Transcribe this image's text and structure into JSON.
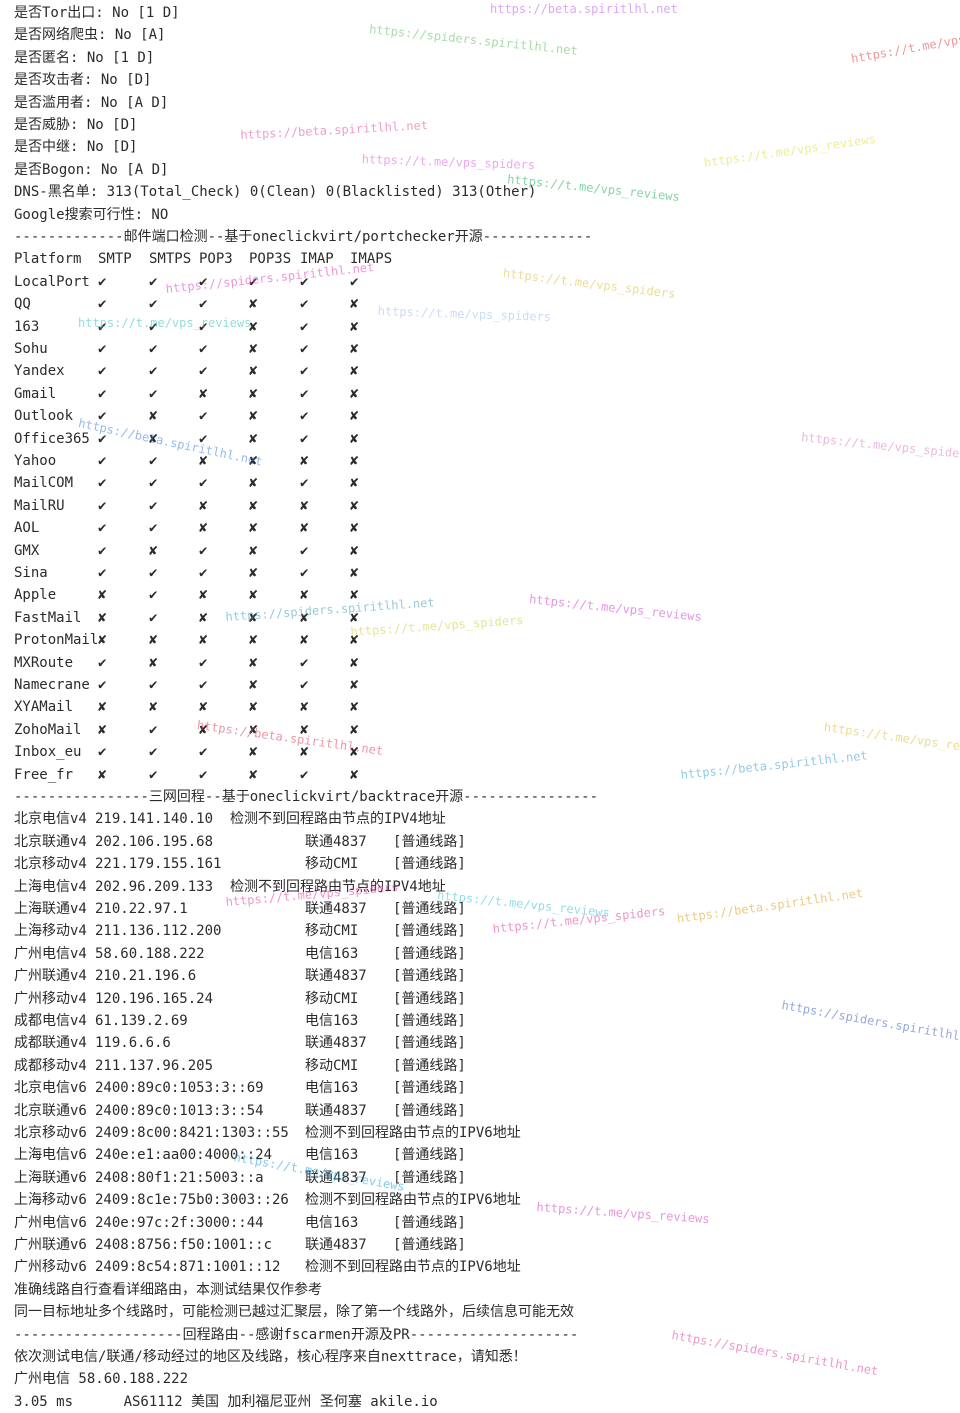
{
  "info_lines": [
    "是否Tor出口: No [1 D]",
    "是否网络爬虫: No [A]",
    "是否匿名: No [1 D]",
    "是否攻击者: No [D]",
    "是否滥用者: No [A D]",
    "是否威胁: No [D]",
    "是否中继: No [D]",
    "是否Bogon: No [A D]",
    "DNS-黑名单: 313(Total_Check) 0(Clean) 0(Blacklisted) 313(Other)",
    "Google搜索可行性: NO"
  ],
  "mail_section_title": "-------------邮件端口检测--基于oneclickvirt/portchecker开源-------------",
  "mail_table": {
    "headers": [
      "Platform",
      "SMTP",
      "SMTPS",
      "POP3",
      "POP3S",
      "IMAP",
      "IMAPS"
    ],
    "rows": [
      [
        "LocalPort",
        "✔",
        "✔",
        "✔",
        "✔",
        "✔",
        "✔"
      ],
      [
        "QQ",
        "✔",
        "✔",
        "✔",
        "✘",
        "✔",
        "✘"
      ],
      [
        "163",
        "✔",
        "✔",
        "✔",
        "✘",
        "✔",
        "✘"
      ],
      [
        "Sohu",
        "✔",
        "✔",
        "✔",
        "✘",
        "✔",
        "✘"
      ],
      [
        "Yandex",
        "✔",
        "✔",
        "✔",
        "✘",
        "✔",
        "✘"
      ],
      [
        "Gmail",
        "✔",
        "✔",
        "✘",
        "✘",
        "✔",
        "✘"
      ],
      [
        "Outlook",
        "✔",
        "✘",
        "✔",
        "✘",
        "✔",
        "✘"
      ],
      [
        "Office365",
        "✔",
        "✘",
        "✔",
        "✘",
        "✔",
        "✘"
      ],
      [
        "Yahoo",
        "✔",
        "✔",
        "✘",
        "✘",
        "✘",
        "✘"
      ],
      [
        "MailCOM",
        "✔",
        "✔",
        "✔",
        "✘",
        "✔",
        "✘"
      ],
      [
        "MailRU",
        "✔",
        "✔",
        "✘",
        "✘",
        "✘",
        "✘"
      ],
      [
        "AOL",
        "✔",
        "✔",
        "✘",
        "✘",
        "✘",
        "✘"
      ],
      [
        "GMX",
        "✔",
        "✘",
        "✔",
        "✘",
        "✔",
        "✘"
      ],
      [
        "Sina",
        "✔",
        "✔",
        "✔",
        "✘",
        "✔",
        "✘"
      ],
      [
        "Apple",
        "✘",
        "✔",
        "✘",
        "✘",
        "✘",
        "✘"
      ],
      [
        "FastMail",
        "✘",
        "✔",
        "✘",
        "✘",
        "✘",
        "✘"
      ],
      [
        "ProtonMail",
        "✘",
        "✘",
        "✘",
        "✘",
        "✘",
        "✘"
      ],
      [
        "MXRoute",
        "✔",
        "✘",
        "✔",
        "✘",
        "✔",
        "✘"
      ],
      [
        "Namecrane",
        "✔",
        "✔",
        "✔",
        "✘",
        "✔",
        "✘"
      ],
      [
        "XYAMail",
        "✘",
        "✘",
        "✘",
        "✘",
        "✘",
        "✘"
      ],
      [
        "ZohoMail",
        "✘",
        "✔",
        "✘",
        "✘",
        "✘",
        "✘"
      ],
      [
        "Inbox_eu",
        "✔",
        "✔",
        "✔",
        "✘",
        "✘",
        "✘"
      ],
      [
        "Free_fr",
        "✘",
        "✔",
        "✔",
        "✘",
        "✔",
        "✘"
      ]
    ]
  },
  "backtrace_section_title": "----------------三网回程--基于oneclickvirt/backtrace开源----------------",
  "backtrace_rows": [
    [
      "北京电信v4",
      "219.141.140.10",
      "检测不到回程路由节点的IPV4地址",
      ""
    ],
    [
      "北京联通v4",
      "202.106.195.68",
      "联通4837",
      "[普通线路]"
    ],
    [
      "北京移动v4",
      "221.179.155.161",
      "移动CMI",
      "[普通线路]"
    ],
    [
      "上海电信v4",
      "202.96.209.133",
      "检测不到回程路由节点的IPV4地址",
      ""
    ],
    [
      "上海联通v4",
      "210.22.97.1",
      "联通4837",
      "[普通线路]"
    ],
    [
      "上海移动v4",
      "211.136.112.200",
      "移动CMI",
      "[普通线路]"
    ],
    [
      "广州电信v4",
      "58.60.188.222",
      "电信163",
      "[普通线路]"
    ],
    [
      "广州联通v4",
      "210.21.196.6",
      "联通4837",
      "[普通线路]"
    ],
    [
      "广州移动v4",
      "120.196.165.24",
      "移动CMI",
      "[普通线路]"
    ],
    [
      "成都电信v4",
      "61.139.2.69",
      "电信163",
      "[普通线路]"
    ],
    [
      "成都联通v4",
      "119.6.6.6",
      "联通4837",
      "[普通线路]"
    ],
    [
      "成都移动v4",
      "211.137.96.205",
      "移动CMI",
      "[普通线路]"
    ],
    [
      "北京电信v6",
      "2400:89c0:1053:3::69",
      "电信163",
      "[普通线路]"
    ],
    [
      "北京联通v6",
      "2400:89c0:1013:3::54",
      "联通4837",
      "[普通线路]"
    ],
    [
      "北京移动v6",
      "2409:8c00:8421:1303::55",
      "检测不到回程路由节点的IPV6地址",
      ""
    ],
    [
      "上海电信v6",
      "240e:e1:aa00:4000::24",
      "电信163",
      "[普通线路]"
    ],
    [
      "上海联通v6",
      "2408:80f1:21:5003::a",
      "联通4837",
      "[普通线路]"
    ],
    [
      "上海移动v6",
      "2409:8c1e:75b0:3003::26",
      "检测不到回程路由节点的IPV6地址",
      ""
    ],
    [
      "广州电信v6",
      "240e:97c:2f:3000::44",
      "电信163",
      "[普通线路]"
    ],
    [
      "广州联通v6",
      "2408:8756:f50:1001::c",
      "联通4837",
      "[普通线路]"
    ],
    [
      "广州移动v6",
      "2409:8c54:871:1001::12",
      "检测不到回程路由节点的IPV6地址",
      ""
    ]
  ],
  "notes": [
    "准确线路自行查看详细路由，本测试结果仅作参考",
    "同一目标地址多个线路时，可能检测已越过汇聚层，除了第一个线路外，后续信息可能无效"
  ],
  "route_section_title": "--------------------回程路由--感谢fscarmen开源及PR--------------------",
  "route_lines": [
    "依次测试电信/联通/移动经过的地区及线路，核心程序来自nexttrace，请知悉！",
    "广州电信 58.60.188.222",
    "3.05 ms      AS61112 美国 加利福尼亚州 圣何塞 akile.io"
  ],
  "watermarks": [
    {
      "text": "https://beta.spiritlhl.net",
      "color": "#c060e0"
    },
    {
      "text": "https://spiders.spiritlhl.net",
      "color": "#60c060"
    },
    {
      "text": "https://t.me/vps_spiders",
      "color": "#e04040"
    },
    {
      "text": "https://beta.spiritlhl.net",
      "color": "#e050a0"
    },
    {
      "text": "https://t.me/vps_spiders",
      "color": "#e060e0"
    },
    {
      "text": "https://t.me/vps_reviews",
      "color": "#20b060"
    },
    {
      "text": "https://t.me/vps_reviews",
      "color": "#e0e040"
    },
    {
      "text": "https://spiders.spiritlhl.net",
      "color": "#e040c0"
    },
    {
      "text": "https://t.me/vps_spiders",
      "color": "#e0c040"
    },
    {
      "text": "https://t.me/vps_reviews",
      "color": "#40c0c0"
    },
    {
      "text": "https://t.me/vps_spiders",
      "color": "#a0c0f0"
    },
    {
      "text": "https://beta.spiritlhl.net",
      "color": "#4080e0"
    },
    {
      "text": "https://t.me/vps_spiders",
      "color": "#e080c0"
    },
    {
      "text": "https://spiders.spiritlhl.net",
      "color": "#40a0c0"
    },
    {
      "text": "https://t.me/vps_spiders",
      "color": "#d0d040"
    },
    {
      "text": "https://t.me/vps_reviews",
      "color": "#d040d0"
    },
    {
      "text": "https://t.me/vps_reviews",
      "color": "#e0c040"
    },
    {
      "text": "https://beta.spiritlhl.net",
      "color": "#e04060"
    },
    {
      "text": "https://beta.spiritlhl.net",
      "color": "#40a0d0"
    },
    {
      "text": "https://t.me/vps_reviews",
      "color": "#40c0d0"
    },
    {
      "text": "https://t.me/vps_spiders",
      "color": "#e040a0"
    },
    {
      "text": "https://beta.spiritlhl.net",
      "color": "#e0a020"
    },
    {
      "text": "https://spiders.spiritlhl.net",
      "color": "#4060c0"
    },
    {
      "text": "https://t.me/vps_spiders",
      "color": "#e040a0"
    },
    {
      "text": "https://t.me/vps_reviews",
      "color": "#20a0e0"
    },
    {
      "text": "https://t.me/vps_reviews",
      "color": "#d040c0"
    },
    {
      "text": "https://spiders.spiritlhl.net",
      "color": "#e040a0"
    }
  ]
}
